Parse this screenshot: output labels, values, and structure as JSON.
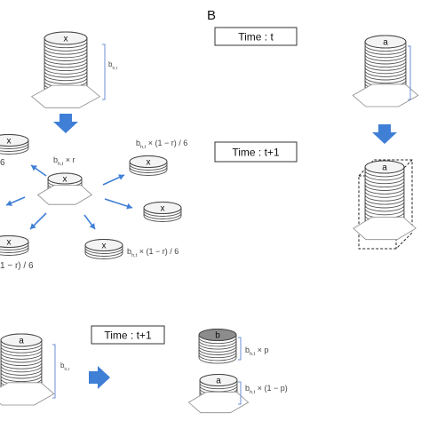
{
  "panel_label": "B",
  "time_boxes": {
    "t": "Time : t",
    "t_plus_1_right": "Time : t+1",
    "t_plus_1_bottom": "Time : t+1"
  },
  "stack_letters": {
    "top_center": "x",
    "top_right": "a",
    "middle_right": "a",
    "center": "x",
    "satellite_left_top": "x",
    "satellite_right_top": "x",
    "satellite_right_mid": "x",
    "satellite_left_bottom": "x",
    "satellite_right_bottom": "x",
    "bottom_left": "a",
    "bottom_b": "b",
    "bottom_a": "a"
  },
  "annotations": {
    "b_top": "b",
    "b_top_sub": "h,t",
    "br_b": "b",
    "br_sub": "h,t",
    "br_rest": " × r",
    "sat_tr_b": "b",
    "sat_tr_sub": "h,t",
    "sat_tr_rest": " × (1 − r) / 6",
    "sat_br_b": "b",
    "sat_br_sub": "h,t",
    "sat_br_rest": " × (1 − r) / 6",
    "left_frag_top": "6",
    "left_frag_bottom": "1 − r) / 6",
    "bl_b": "b",
    "bl_sub": "h,t",
    "p_b": "b",
    "p_sub": "h,t",
    "p_rest": " × p",
    "q_b": "b",
    "q_sub": "h,t",
    "q_rest": " × (1 − p)"
  },
  "colors": {
    "arrow_blue": "#3f7fd6",
    "bracket_blue": "#6d8fd6",
    "disc_fill": "#ffffff",
    "disc_dark": "#8c8c8c",
    "stroke": "#555555"
  }
}
